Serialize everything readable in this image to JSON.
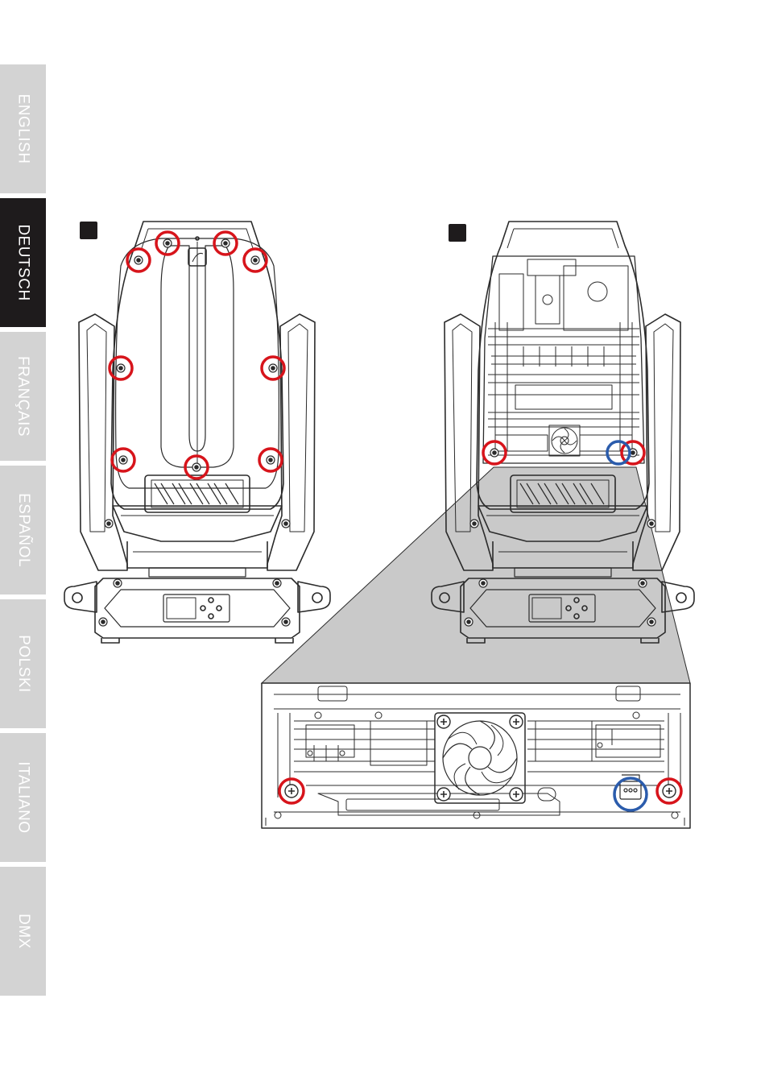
{
  "sidebar": {
    "tabs": [
      {
        "label": "ENGLISH",
        "active": false
      },
      {
        "label": "DEUTSCH",
        "active": true
      },
      {
        "label": "FRANÇAIS",
        "active": false
      },
      {
        "label": "ESPAÑOL",
        "active": false
      },
      {
        "label": "POLSKI",
        "active": false
      },
      {
        "label": "ITALIANO",
        "active": false
      },
      {
        "label": "DMX",
        "active": false
      }
    ]
  },
  "colors": {
    "tab_inactive": "#d3d3d3",
    "tab_active": "#1e1b1c",
    "screw_marker": "#d7141b",
    "connector_marker": "#2b5cac",
    "line_art": "#2b2b2b",
    "zoom_wedge": "#c9c9c9"
  },
  "figures": {
    "rear_view": {
      "marker_type": "filled-square-step-badge",
      "screw_markers": 9
    },
    "open_view": {
      "marker_type": "filled-square-step-badge",
      "screw_markers": 2,
      "connector_markers": 1
    },
    "detail_view": {
      "screw_markers": 2,
      "connector_markers": 1
    }
  }
}
